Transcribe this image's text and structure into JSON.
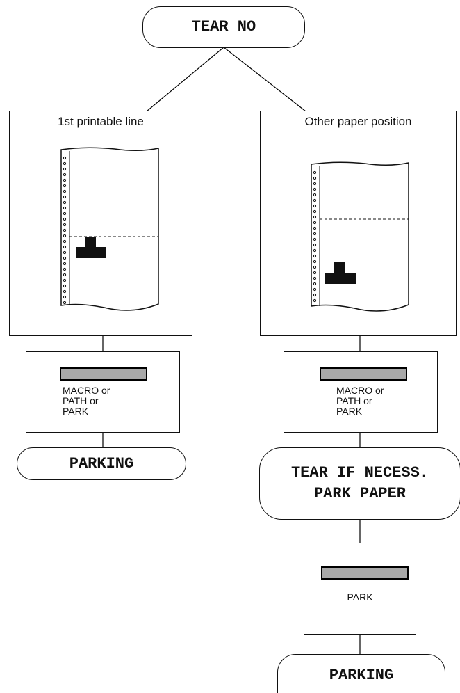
{
  "nodes": {
    "tear_no": "TEAR NO",
    "first_line_title": "1st printable line",
    "other_pos_title": "Other paper position",
    "macro_left": "MACRO or\nPATH or\nPARK",
    "macro_right": "MACRO or\nPATH or\nPARK",
    "parking_left": "PARKING",
    "tear_park_line1": "TEAR IF NECESS.",
    "tear_park_line2": "PARK PAPER",
    "park_key": "PARK",
    "parking_bottom": "PARKING"
  },
  "icons": {
    "paper_left": "continuous-form-paper-icon",
    "paper_right": "continuous-form-paper-icon",
    "print_head": "print-head-icon",
    "display": "lcd-display-icon"
  }
}
